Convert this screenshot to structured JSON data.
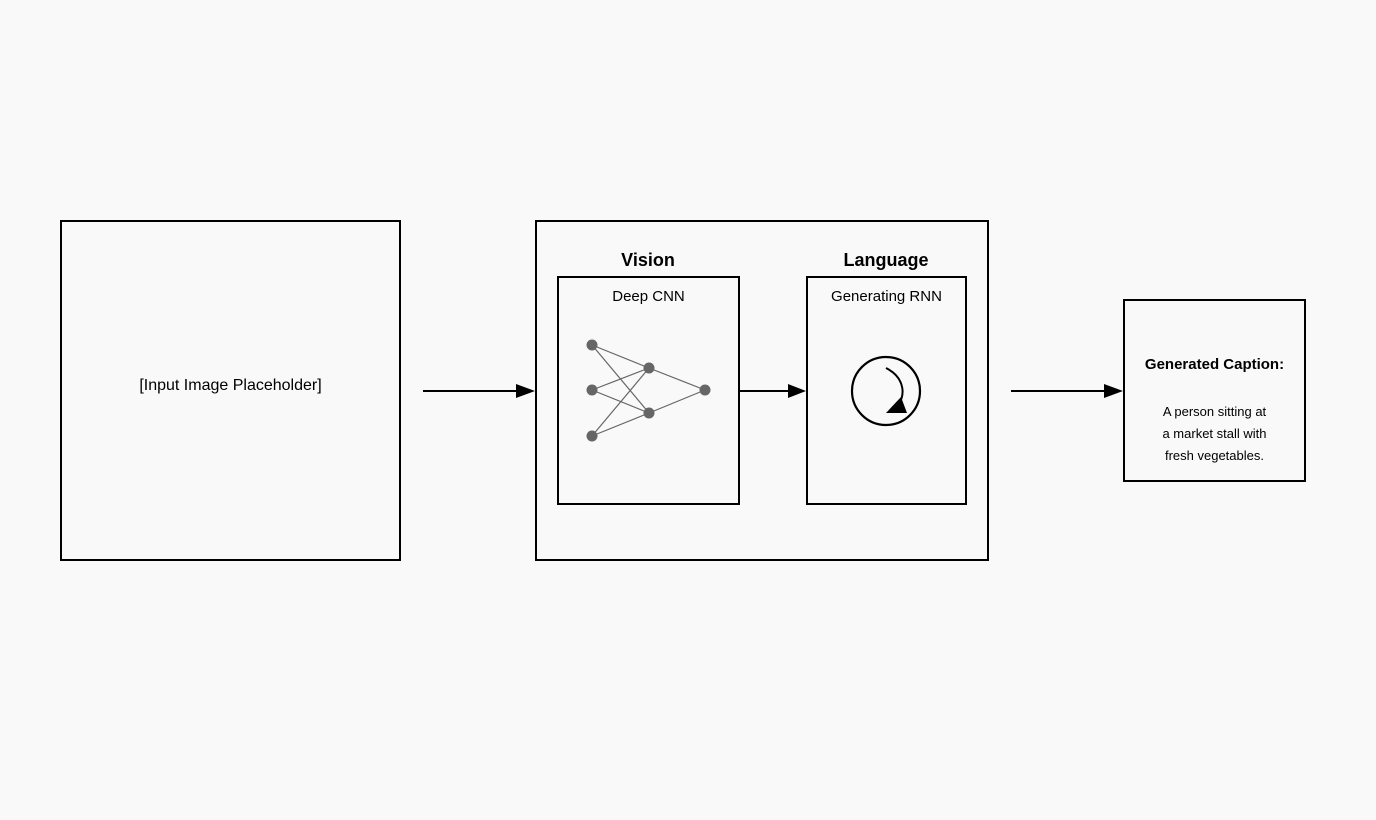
{
  "input": {
    "label": "[Input Image Placeholder]"
  },
  "model": {
    "vision": {
      "title": "Vision",
      "subtitle": "Deep CNN"
    },
    "language": {
      "title": "Language",
      "subtitle": "Generating RNN"
    }
  },
  "output": {
    "title": "Generated Caption:",
    "caption_lines": [
      "A person sitting at",
      "a market stall with",
      "fresh vegetables."
    ]
  },
  "colors": {
    "background": "#f9f9f9",
    "stroke": "#000000",
    "node": "#666666",
    "edge": "#666666"
  },
  "icons": {
    "network": "neural-network-icon",
    "recurrence": "recurrent-loop-icon"
  }
}
